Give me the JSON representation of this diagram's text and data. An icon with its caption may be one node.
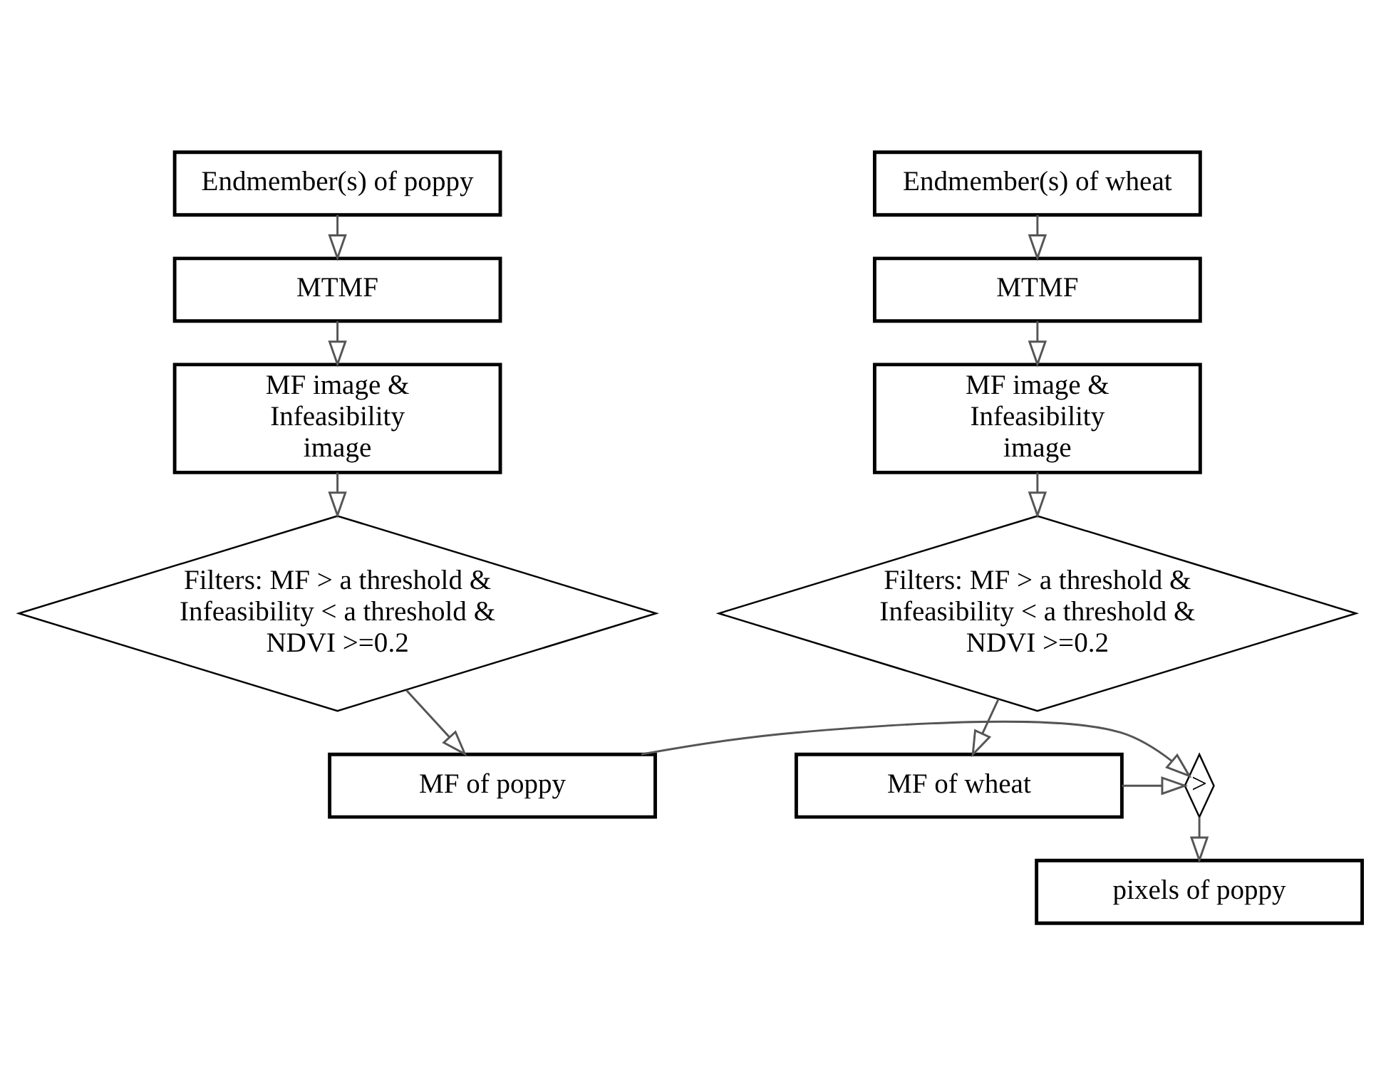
{
  "diagram": {
    "nodes": [
      {
        "text": [
          "Endmember(s) of poppy"
        ]
      },
      {
        "text": [
          "MTMF"
        ]
      },
      {
        "text": [
          "MF image & Infeasibility image"
        ]
      },
      {
        "text": [
          "Filters: MF > a threshold & Infeasibility < a threshold & NDVI >=0.2"
        ]
      },
      {
        "text": [
          "MF of poppy"
        ]
      },
      {
        "text": [
          "Endmember(s) of wheat"
        ]
      },
      {
        "text": [
          "MTMF"
        ]
      },
      {
        "text": [
          "MF image & Infeasibility image"
        ]
      },
      {
        "text": [
          "Filters: MF > a threshold & Infeasibility < a threshold & NDVI >=0.2"
        ]
      },
      {
        "text": [
          "MF of wheat"
        ]
      },
      {
        "text": [
          ">"
        ]
      },
      {
        "text": [
          "pixels of poppy"
        ]
      }
    ],
    "edges": [
      {
        "from": 0,
        "to": 1,
        "arrow": "to"
      },
      {
        "from": 1,
        "to": 2,
        "arrow": "to"
      },
      {
        "from": 2,
        "to": 3,
        "arrow": "to"
      },
      {
        "from": 3,
        "to": 4,
        "arrow": "to"
      },
      {
        "from": 5,
        "to": 6,
        "arrow": "to"
      },
      {
        "from": 6,
        "to": 7,
        "arrow": "to"
      },
      {
        "from": 7,
        "to": 8,
        "arrow": "to"
      },
      {
        "from": 8,
        "to": 9,
        "arrow": "to"
      },
      {
        "from": 4,
        "to": 10,
        "arrow": "to"
      },
      {
        "from": 9,
        "to": 10,
        "arrow": "to"
      },
      {
        "from": 10,
        "to": 11,
        "arrow": "to"
      }
    ]
  }
}
